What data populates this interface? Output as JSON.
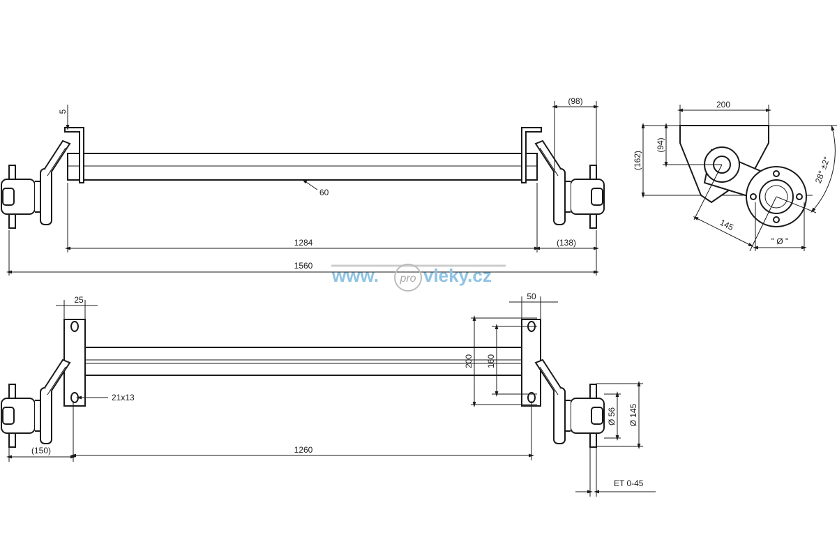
{
  "top_view": {
    "dim_bracket_offset": "5",
    "dim_hub_right": "(98)",
    "tube_size": "60",
    "dim_track_inner": "1284",
    "dim_right_overhang": "(138)",
    "dim_total": "1560"
  },
  "side_view": {
    "dim_bracket_width": "200",
    "dim_height_eye": "(94)",
    "dim_height_total": "(162)",
    "dim_angle": "28° ±2°",
    "dim_arm_length": "145",
    "dim_bolt_circle": "\" Ø \""
  },
  "bottom_view": {
    "dim_plate_left": "25",
    "dim_plate_right": "50",
    "dim_hole_outer": "200",
    "dim_hole_inner": "160",
    "hole_size": "21x13",
    "dim_left_overhang": "(150)",
    "dim_mount_span": "1260",
    "dim_hub_bore": "Ø 56",
    "dim_hub_pcd": "Ø 145",
    "offset_label": "ET 0-45"
  },
  "watermark": {
    "prefix": "www.",
    "logo": "pro",
    "suffix": "vleky.cz",
    "color": "#8ec3e3"
  }
}
